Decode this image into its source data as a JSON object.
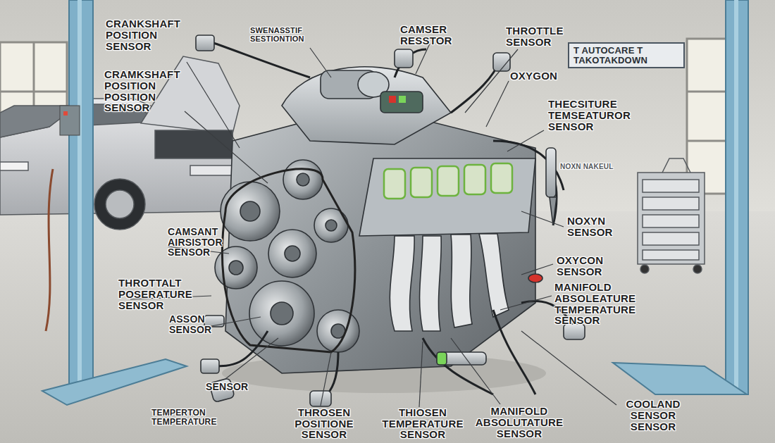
{
  "diagram": {
    "labels": [
      "CRANKSHAFT POSITION SENSOR",
      "SWENASSTIF SESTIONTION",
      "CAMSER RESSTOR",
      "THROTTLE SENSOR",
      "T AUTOCARE T TAKOTAKDOWN",
      "OXYGON",
      "CRAMKSHAFT POSITION POSITION SENSOR",
      "THECSITURE TEMSEATUROR SENSOR",
      "NOXN NAKEUL",
      "NOXYN SENSOR",
      "CAMSANT AIRSISTOR SENSOR",
      "OXYCON SENSOR",
      "THROTTALT POSERATURE SENSOR",
      "MANIFOLD ABSOLEATURE TEMPERATURE SENSOR",
      "ASSON SENSOR",
      "SENSOR",
      "TEMPERTON TEMPERATURE",
      "THROSEN POSITIONE SENSOR",
      "THIOSEN TEMPERATURE SENSOR",
      "MANIFOLD ABSOLUTATURE SENSOR",
      "COOLAND SENSOR SENSOR"
    ]
  }
}
